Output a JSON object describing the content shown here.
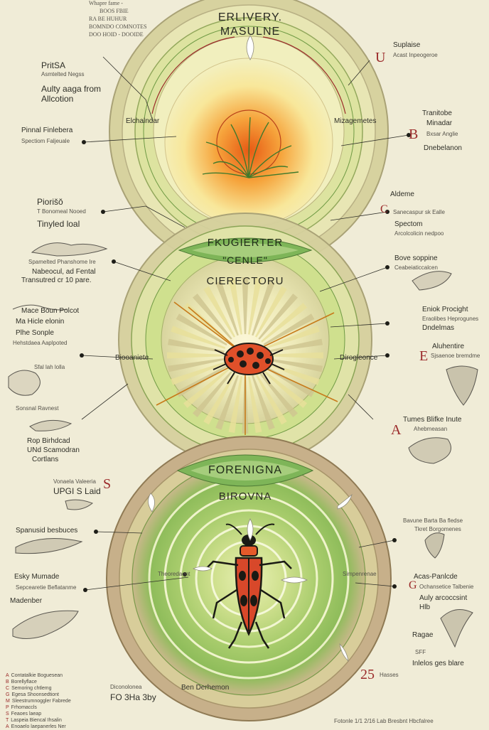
{
  "colors": {
    "background": "#f0ecd7",
    "ring_outer": "#cdc696",
    "ring_mid": "#dfe0a0",
    "green_band": "#7eb558",
    "accent_red": "#9b2a2a",
    "sun_orange": "#f08a2a",
    "beetle_red": "#e0502a"
  },
  "top_header": {
    "line1": "Whapre fame -",
    "line2": "BOOS FBIE",
    "line3": "RA BE HUHUR",
    "line4": "BOMNDO COMNOTES",
    "line5": "DOO HOID - DOOIDE"
  },
  "circle1": {
    "title_line1": "ERLIVERY.",
    "title_line2": "MASULNE",
    "left_inner": "Elchalndar",
    "right_inner": "Mizagemetes"
  },
  "circle2": {
    "band_line1": "FKUGIERTER",
    "band_line2": "\"CENLE\"",
    "title": "CIERECTORU",
    "left_inner": "Biooaniete",
    "right_inner": "Dirogleonce"
  },
  "circle3": {
    "band_line1": "FORENIGNA",
    "title": "BIROVNA",
    "left_inner": "Theoredaent",
    "right_inner": "Simpenrenae",
    "bottom": "Ben Derhemon"
  },
  "left_labels": [
    {
      "title": "PritSA",
      "sub": "Asmtelted Negss"
    },
    {
      "title": "Aulty aaga from",
      "sub": "Allcotion"
    },
    {
      "title": "Pinnal Finlebera",
      "sub": "Spectiom Faljeuale"
    },
    {
      "title": "Piorišŏ",
      "sub": "T Bonomeal Nooed"
    },
    {
      "title": "Tinyled loal",
      "sub": ""
    },
    {
      "title": "Spamelted Phanshome Ire",
      "sub": ""
    },
    {
      "title": "Nabeocul, ad Fental",
      "sub": "Transutred cr 10 pare."
    },
    {
      "title": "Mace Boun Polcot",
      "sub": "Ma Hicle elonin"
    },
    {
      "title": "Plhe Sonple",
      "sub": "Hehstdaea Aaplpoted"
    },
    {
      "title": "Sfal lah lolla",
      "sub": "Sonsnal Ravnest"
    },
    {
      "title": "Rop Birhdcad",
      "sub": ""
    },
    {
      "title": "UNd Scamodran",
      "sub": "Cortlans"
    },
    {
      "title": "Vonaela Valeeria",
      "sub": "UPGI S Laid"
    },
    {
      "title": "Spanusid besbuces",
      "sub": ""
    },
    {
      "title": "Esky Mumade",
      "sub": "Sepcearetie Beflatanme"
    },
    {
      "title": "Madenber",
      "sub": ""
    }
  ],
  "right_labels": [
    {
      "title": "Suplaise",
      "sub": "Acast Inpeogeroe"
    },
    {
      "title": "Tranitobe",
      "sub": "Minadar"
    },
    {
      "title": "Bxsar Anglie",
      "sub": "Dnebelanon"
    },
    {
      "title": "Aldeme",
      "sub": "Sanecaspur sk Ealle"
    },
    {
      "title": "Spectom",
      "sub": "Arcolcolicin nedpoo"
    },
    {
      "title": "Bove soppine",
      "sub": "Ceabeiaticcalcen"
    },
    {
      "title": "Eniok Procight",
      "sub": "Eraolibes Heprogunes"
    },
    {
      "title": "Dndelmas",
      "sub": ""
    },
    {
      "title": "Aluhentire",
      "sub": "Sjsaenoe bremdme"
    },
    {
      "title": "Tumes Blifke Inute",
      "sub": "Ahebmeasan"
    },
    {
      "title": "Bavune Barta Ba fledse",
      "sub": "Tkret Borgomenes"
    },
    {
      "title": "Acas-Panlcde",
      "sub": "Ochansetice Talbenie"
    },
    {
      "title": "Auly arcoccsint",
      "sub": "Hlb"
    },
    {
      "title": "Ragae",
      "sub": "SFF"
    },
    {
      "title": "Inlelos ges blare",
      "sub": ""
    }
  ],
  "marks": [
    "U",
    "B",
    "C",
    "E",
    "A",
    "S",
    "G",
    "25"
  ],
  "marks_sub": {
    "m25": "Hasses"
  },
  "footer_list": [
    {
      "k": "A",
      "t": "Contatalkie Boguesean"
    },
    {
      "k": "B",
      "t": "Borellyflace"
    },
    {
      "k": "C",
      "t": "Semoring chtlemg"
    },
    {
      "k": "G",
      "t": "Egesa Shoonsedtiont"
    },
    {
      "k": "M",
      "t": "Sleestrumnoggler Fabrede"
    },
    {
      "k": "P",
      "t": "Frhomaccls"
    },
    {
      "k": "S",
      "t": "Feaoes laeap"
    },
    {
      "k": "T",
      "t": "Laspeia Biencal Ihsalin"
    },
    {
      "k": "A",
      "t": "Enoaelo laepanerles Ner"
    }
  ],
  "footer_center": {
    "line1": "Diconolonea",
    "line2": "FO 3Ha 3by"
  },
  "footer_right": "Fotonle 1/1 2/16 Lab Bresbnt Hbcfalree"
}
